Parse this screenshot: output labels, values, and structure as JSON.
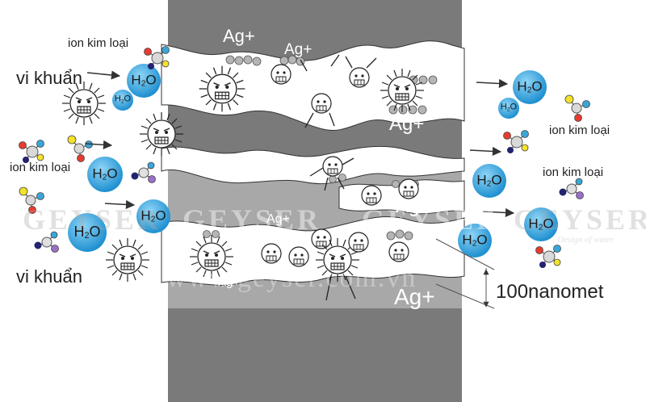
{
  "labels": {
    "ion_top_left": "ion kim loại",
    "vi_khuan_top": "vi khuẩn",
    "ion_mid_left": "ion kim loại",
    "vi_khuan_bottom": "vi khuẩn",
    "ion_right_top": "ion kim loại",
    "ion_right_mid": "ion kim loại",
    "scale": "100nanomet"
  },
  "silver": {
    "ag_1": "Ag+",
    "ag_2": "Ag+",
    "ag_3": "Ag+",
    "ag_4": "Ag+",
    "ag_5": "Ag+",
    "ag_6": "Ag+",
    "ag_7": "Ag+",
    "ag_8": "Ag+",
    "ag_9": "Ag+",
    "ag_10": "Ag+"
  },
  "water": {
    "h": "H",
    "sub": "2",
    "o": "O"
  },
  "watermark": {
    "brand": "GEYSER",
    "url": "www.geyser.com.vn",
    "tagline": "Design of water"
  },
  "colors": {
    "filter_dark": "#7a7a7a",
    "filter_band": "#a8a8a8",
    "water_blue": "#29a3e0",
    "atom_red": "#e63b2e",
    "atom_yellow": "#f4e22b",
    "atom_cyan": "#3aa6d8",
    "atom_navy": "#23236e"
  }
}
